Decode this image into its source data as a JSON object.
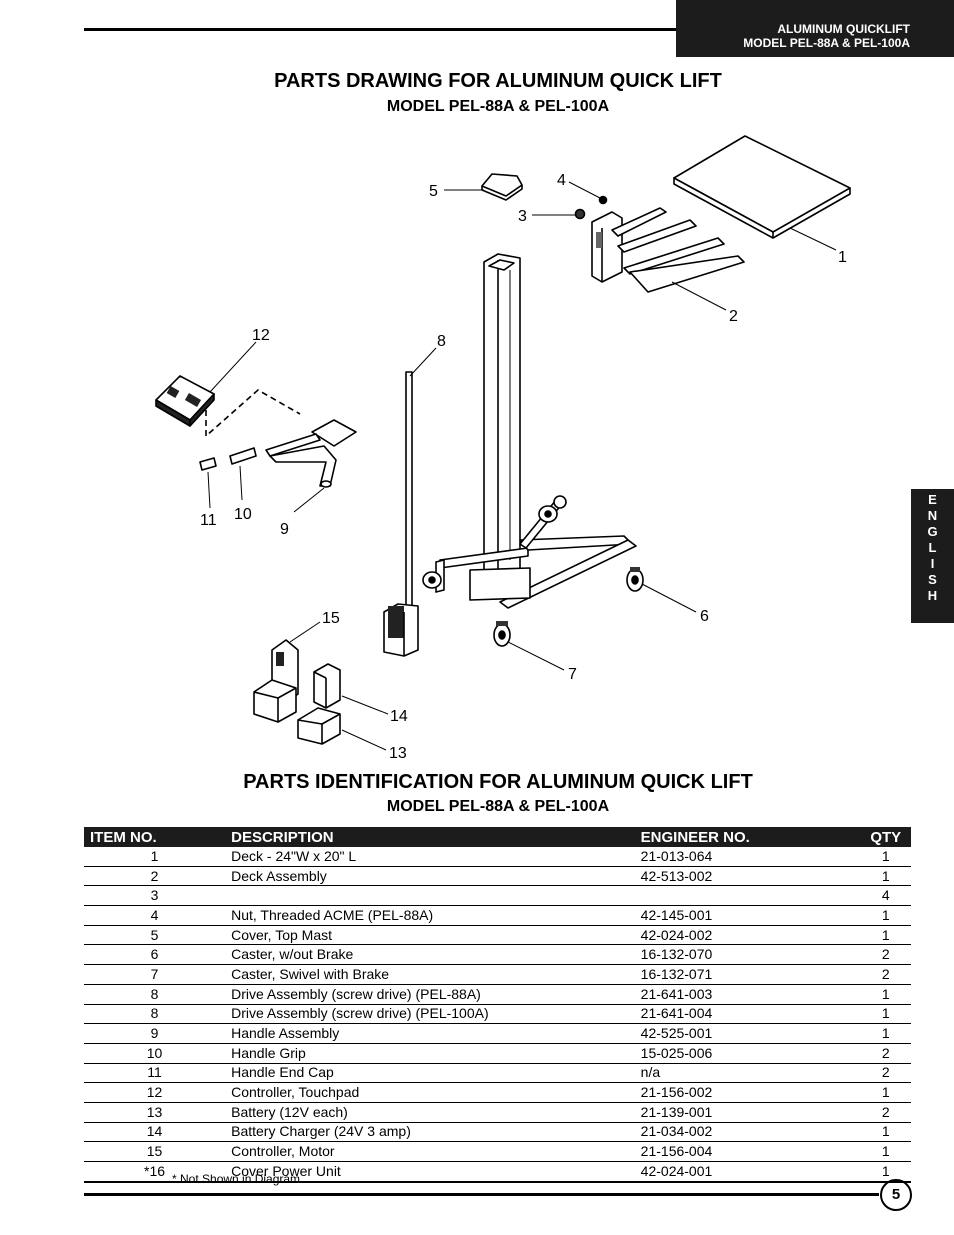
{
  "header": {
    "line1": "ALUMINUM QUICKLIFT",
    "line2": "MODEL PEL-88A & PEL-100A"
  },
  "drawing": {
    "title": "PARTS DRAWING FOR ALUMINUM QUICK LIFT",
    "subtitle": "MODEL PEL-88A & PEL-100A",
    "callouts": [
      "1",
      "2",
      "3",
      "4",
      "5",
      "6",
      "7",
      "8",
      "9",
      "10",
      "11",
      "12",
      "13",
      "14",
      "15"
    ]
  },
  "identification": {
    "title": "PARTS IDENTIFICATION FOR ALUMINUM QUICK LIFT",
    "subtitle": "MODEL PEL-88A & PEL-100A"
  },
  "side_tab": {
    "letters": [
      "E",
      "N",
      "G",
      "L",
      "I",
      "S",
      "H"
    ]
  },
  "table": {
    "headers": [
      "ITEM NO.",
      "DESCRIPTION",
      "ENGINEER NO.",
      "QTY"
    ],
    "rows": [
      [
        "1",
        "Deck - 24\"W x 20\" L",
        "21-013-064",
        "1"
      ],
      [
        "2",
        "Deck Assembly",
        "42-513-002",
        "1"
      ],
      [
        "3",
        "",
        "",
        "4"
      ],
      [
        "4",
        "Nut, Threaded ACME (PEL-88A)",
        "42-145-001",
        "1"
      ],
      [
        "5",
        "Cover, Top Mast",
        "42-024-002",
        "1"
      ],
      [
        "6",
        "Caster, w/out Brake",
        "16-132-070",
        "2"
      ],
      [
        "7",
        "Caster, Swivel with Brake",
        "16-132-071",
        "2"
      ],
      [
        "8",
        "Drive Assembly (screw drive) (PEL-88A)",
        "21-641-003",
        "1"
      ],
      [
        "8",
        "Drive Assembly (screw drive) (PEL-100A)",
        "21-641-004",
        "1"
      ],
      [
        "9",
        "Handle Assembly",
        "42-525-001",
        "1"
      ],
      [
        "10",
        "Handle Grip",
        "15-025-006",
        "2"
      ],
      [
        "11",
        "Handle End Cap",
        "n/a",
        "2"
      ],
      [
        "12",
        "Controller, Touchpad",
        "21-156-002",
        "1"
      ],
      [
        "13",
        "Battery (12V each)",
        "21-139-001",
        "2"
      ],
      [
        "14",
        "Battery Charger (24V 3 amp)",
        "21-034-002",
        "1"
      ],
      [
        "15",
        "Controller, Motor",
        "21-156-004",
        "1"
      ],
      [
        "*16",
        "Cover Power Unit",
        "42-024-001",
        "1"
      ]
    ]
  },
  "footnote": "* Not Shown in Diagram",
  "page_number": "5"
}
